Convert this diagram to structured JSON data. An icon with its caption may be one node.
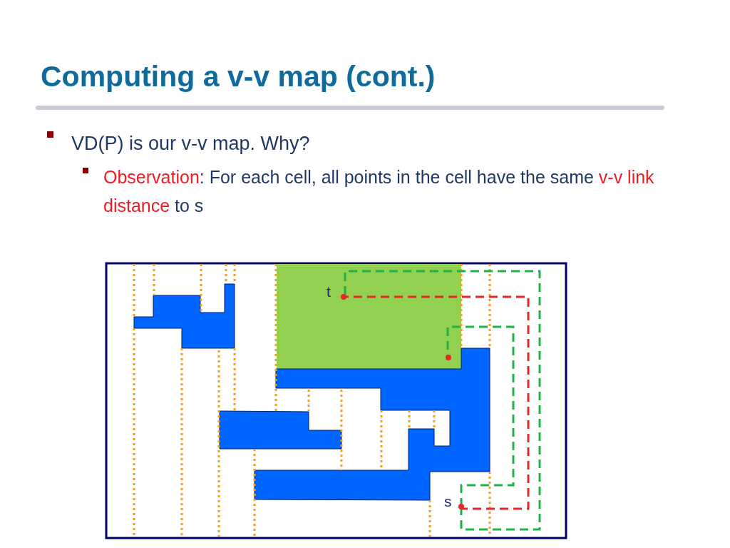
{
  "diagram": {
    "title": "Computing a v-v map (cont.)",
    "nodes": [
      {
        "text": [
          "t"
        ]
      },
      {
        "text": [
          "s"
        ]
      },
      {
        "text": [],
        "shape": "circle"
      }
    ],
    "edges": [
      {
        "from": 1,
        "to": 0,
        "arrow": "none",
        "style": "dashed",
        "color": "#e8262b"
      },
      {
        "from": 1,
        "to": 0,
        "arrow": "none",
        "style": "dashed",
        "color": "#1fb24a"
      },
      {
        "from": 1,
        "to": 2,
        "arrow": "none",
        "style": "dashed",
        "color": "#1fb24a"
      }
    ],
    "labels": [
      "VD(P) is our v-v map. Why?",
      "**Observation**: For each cell, all points in the cell have the same **v-v link distance** to s"
    ]
  }
}
